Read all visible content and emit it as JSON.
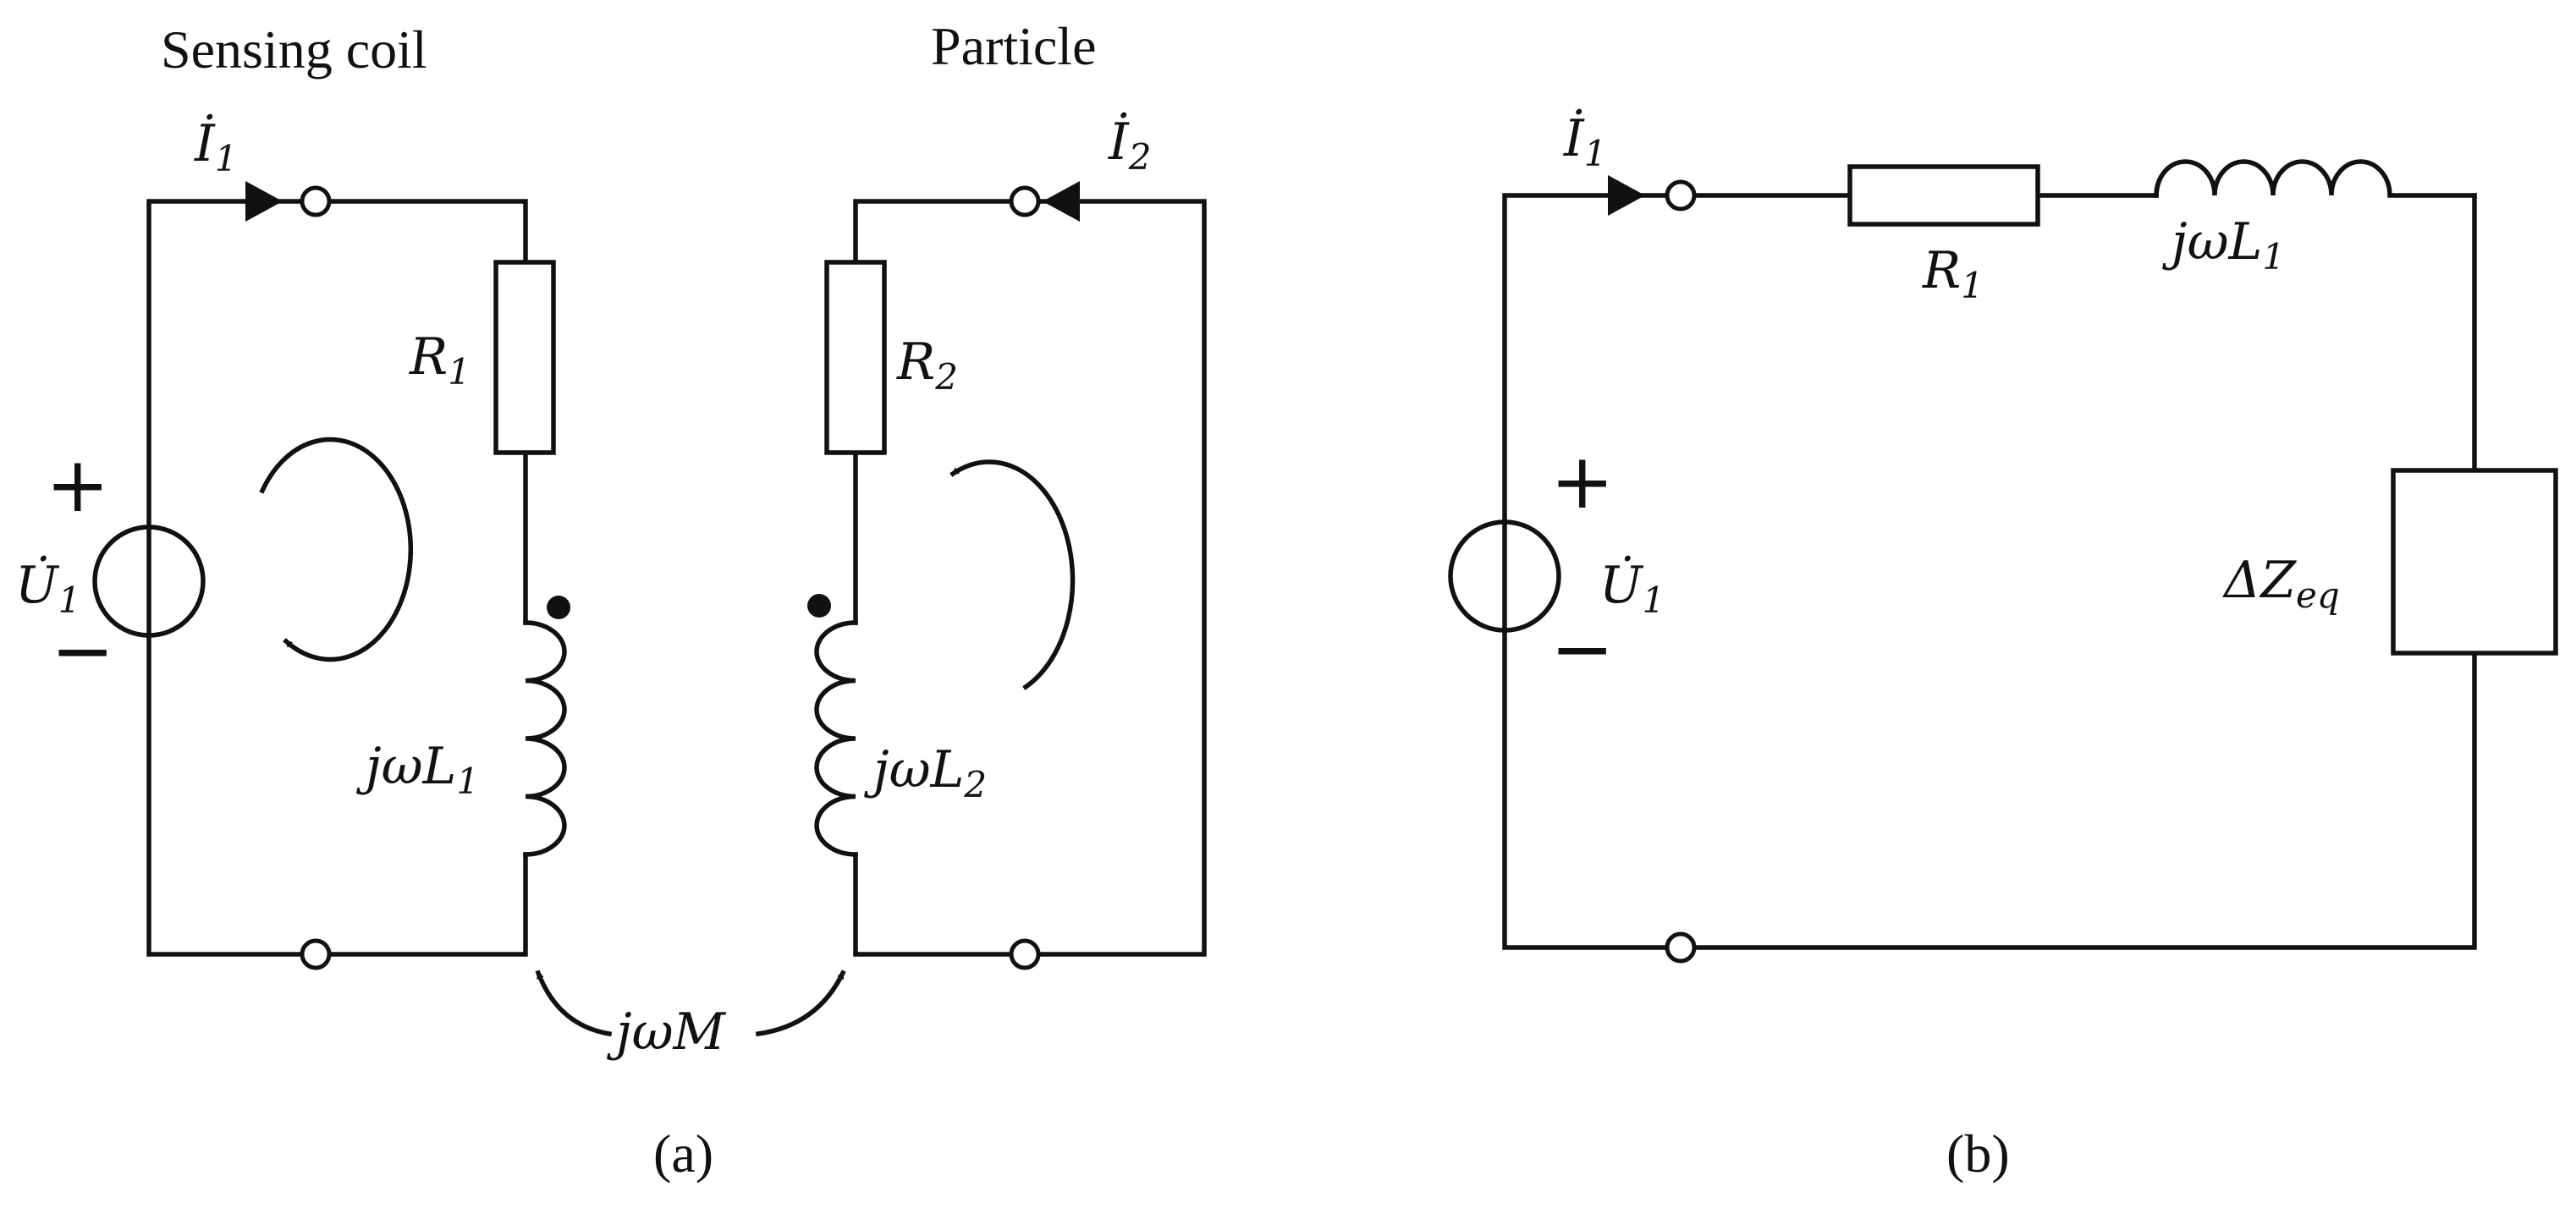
{
  "panel_a": {
    "caption": "(a)",
    "sensing_coil_title": "Sensing coil",
    "particle_title": "Particle",
    "current_1": {
      "base": "İ",
      "sub": "1"
    },
    "current_2": {
      "base": "İ",
      "sub": "2"
    },
    "source": {
      "base": "U̇",
      "sub": "1",
      "plus": "+",
      "minus": "−"
    },
    "r1": {
      "base": "R",
      "sub": "1"
    },
    "r2": {
      "base": "R",
      "sub": "2"
    },
    "l1": {
      "base": "jωL",
      "sub": "1"
    },
    "l2": {
      "base": "jωL",
      "sub": "2"
    },
    "mutual": "jωM"
  },
  "panel_b": {
    "caption": "(b)",
    "current_1": {
      "base": "İ",
      "sub": "1"
    },
    "source": {
      "base": "U̇",
      "sub": "1",
      "plus": "+",
      "minus": "−"
    },
    "r1": {
      "base": "R",
      "sub": "1"
    },
    "l1": {
      "base": "jωL",
      "sub": "1"
    },
    "dz": {
      "base": "ΔZ",
      "sub": "eq"
    }
  }
}
